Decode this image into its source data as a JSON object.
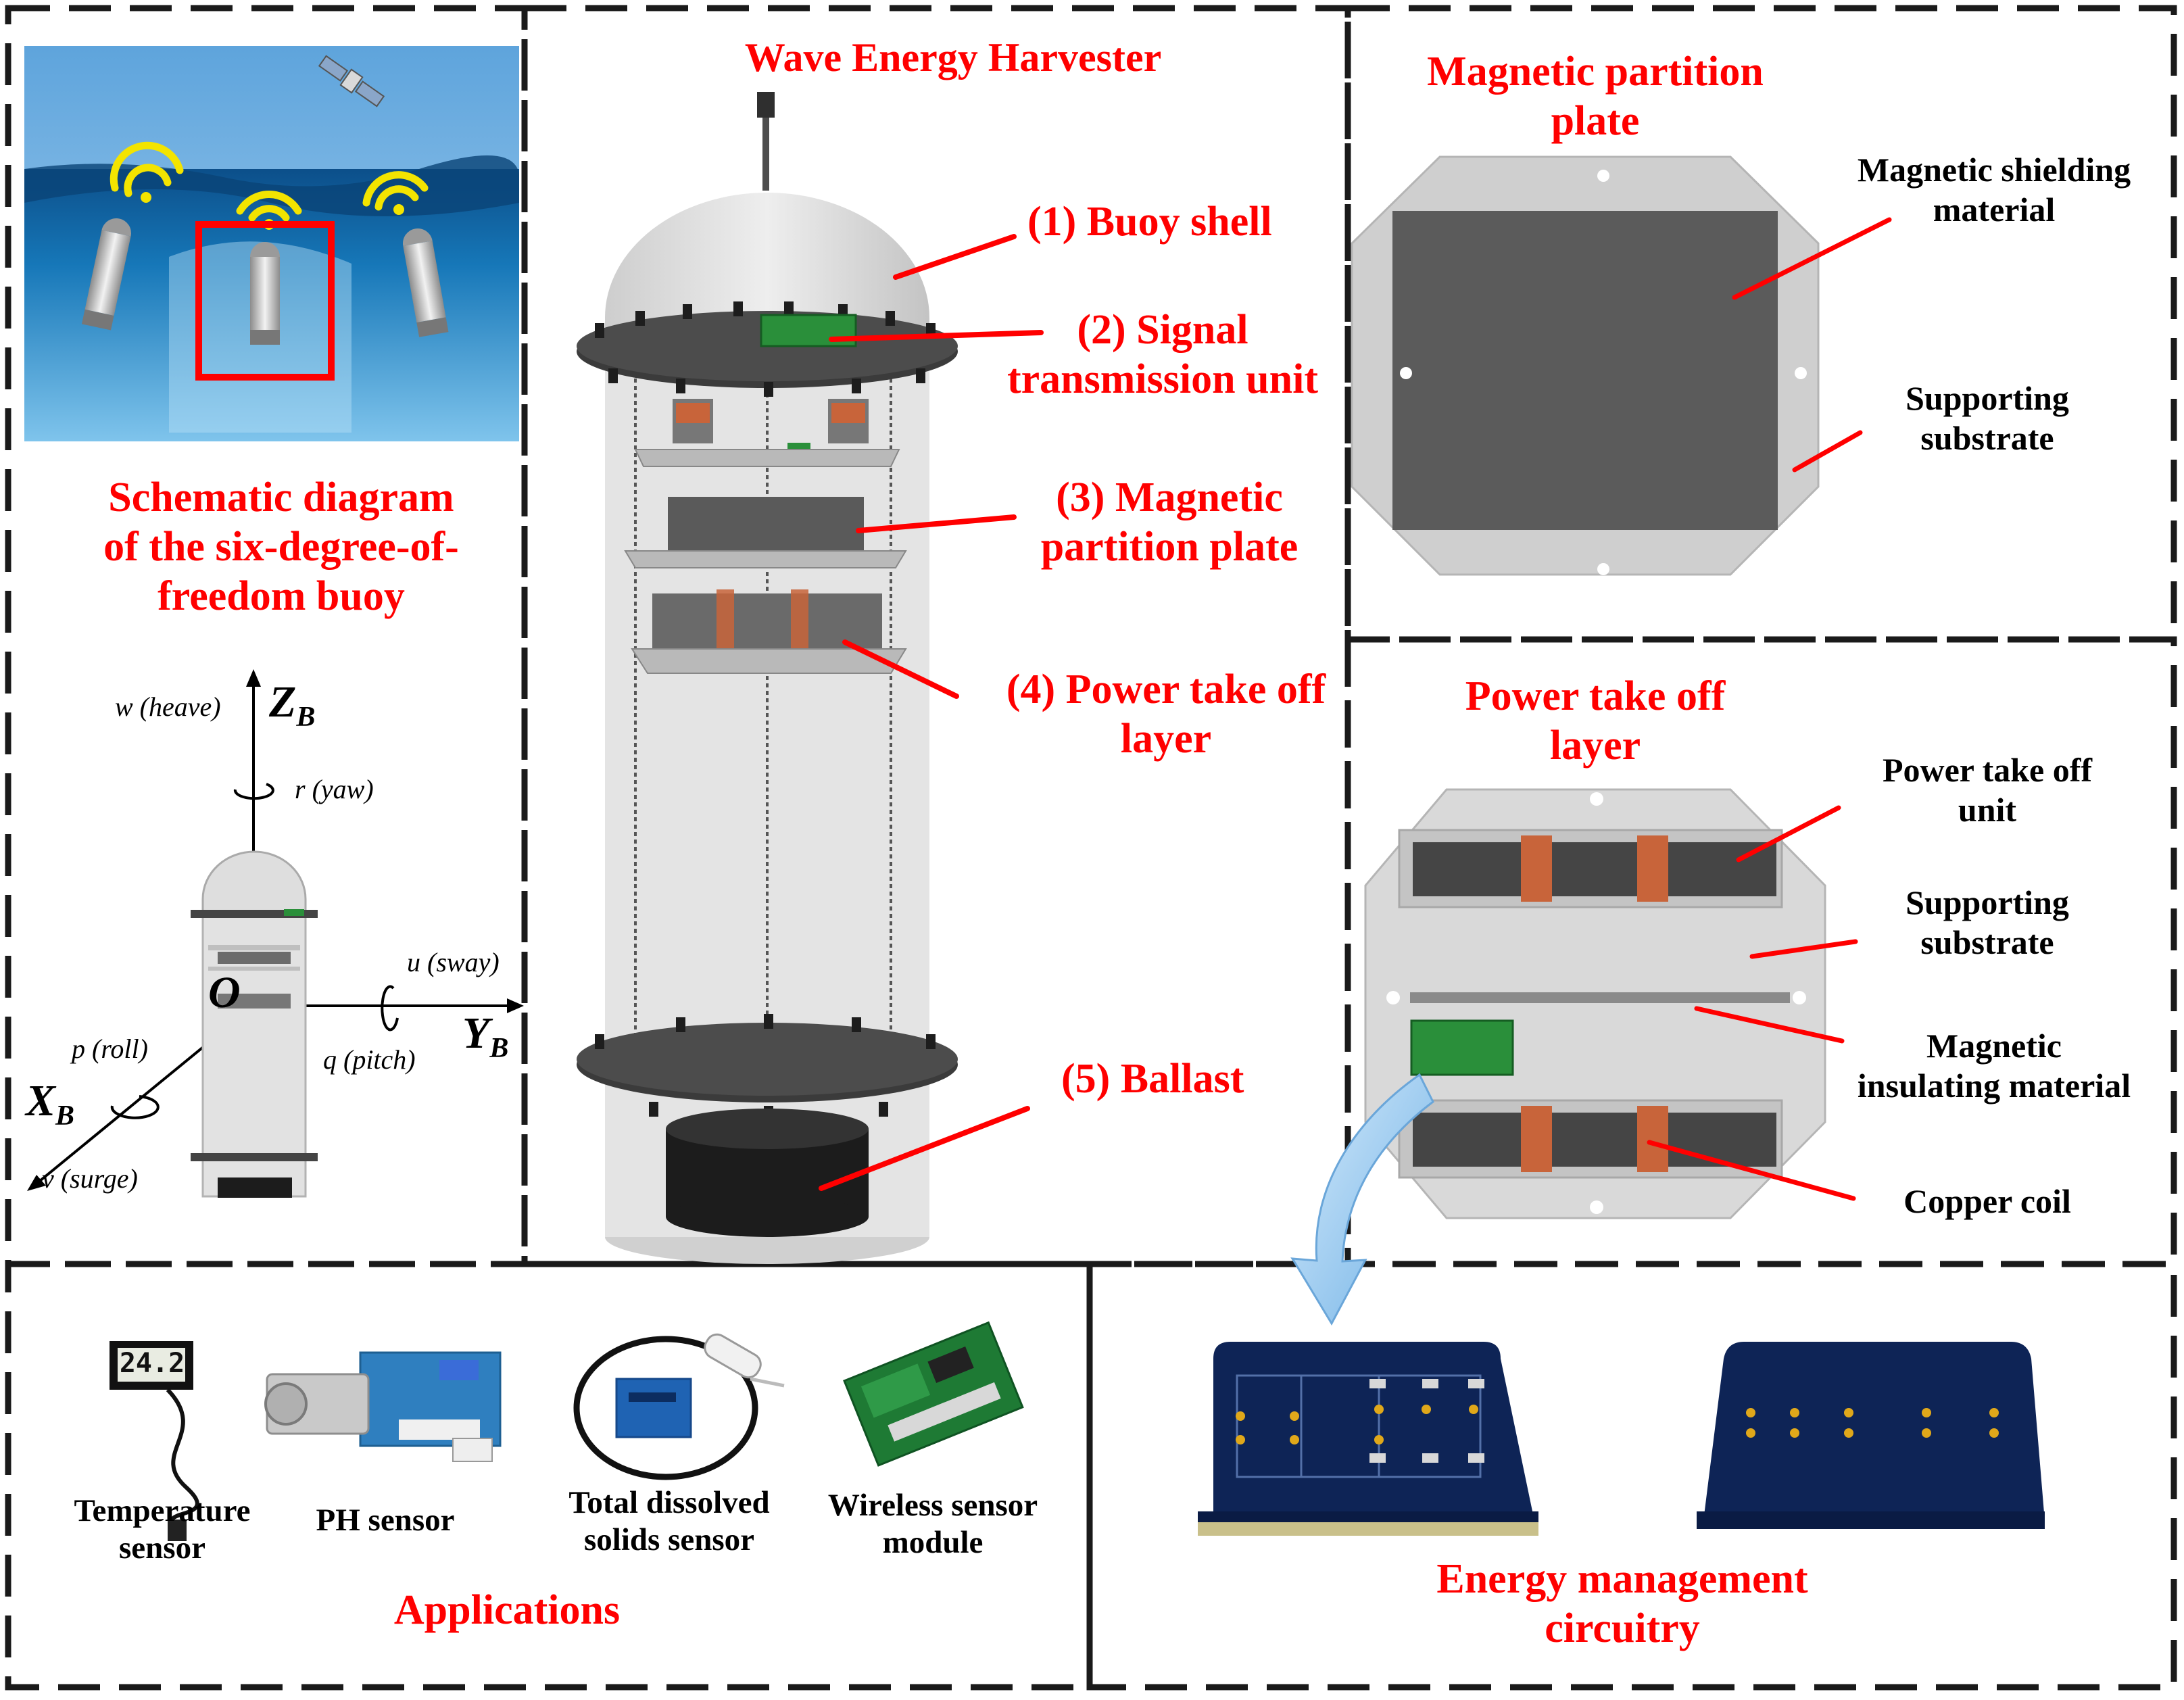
{
  "panels": {
    "six_dof": {
      "title": [
        "Schematic diagram",
        "of the six-degree-of-",
        "freedom buoy"
      ],
      "axes": {
        "z_axis": "Z",
        "z_sub": "B",
        "y_axis": "Y",
        "y_sub": "B",
        "x_axis": "X",
        "x_sub": "B",
        "origin": "O",
        "heave": "w (heave)",
        "yaw": "r (yaw)",
        "sway": "u (sway)",
        "pitch": "q (pitch)",
        "roll": "p (roll)",
        "surge": "v (surge)"
      }
    },
    "harvester": {
      "title": "Wave Energy Harvester",
      "labels": {
        "buoy_shell": "(1) Buoy shell",
        "signal_unit": [
          "(2) Signal",
          "transmission unit"
        ],
        "partition_plate": [
          "(3) Magnetic",
          "partition plate"
        ],
        "pto_layer": [
          "(4) Power take off",
          "layer"
        ],
        "ballast": "(5) Ballast"
      }
    },
    "partition_plate": {
      "title": [
        "Magnetic partition",
        "plate"
      ],
      "shielding": [
        "Magnetic shielding",
        "material"
      ],
      "substrate": [
        "Supporting",
        "substrate"
      ]
    },
    "pto": {
      "title": [
        "Power take off",
        "layer"
      ],
      "unit": [
        "Power take off",
        "unit"
      ],
      "substrate": [
        "Supporting",
        "substrate"
      ],
      "insulating": [
        "Magnetic",
        "insulating material"
      ],
      "coil": "Copper coil"
    },
    "applications": {
      "title": "Applications",
      "thermo_display": "24.2",
      "sensors": {
        "temperature": [
          "Temperature",
          "sensor"
        ],
        "ph": "PH sensor",
        "tds": [
          "Total dissolved",
          "solids sensor"
        ],
        "wireless": [
          "Wireless sensor",
          "module"
        ]
      }
    },
    "energy": {
      "title": [
        "Energy management",
        "circuitry"
      ]
    }
  },
  "colors": {
    "label_red": "#ff0000",
    "copper": "#c8643a",
    "pcb_green": "#1f7a2e",
    "pcb_blue": "#0e2456",
    "plate_dark": "#4a4a4a",
    "ocean": "#0f5e9c"
  }
}
